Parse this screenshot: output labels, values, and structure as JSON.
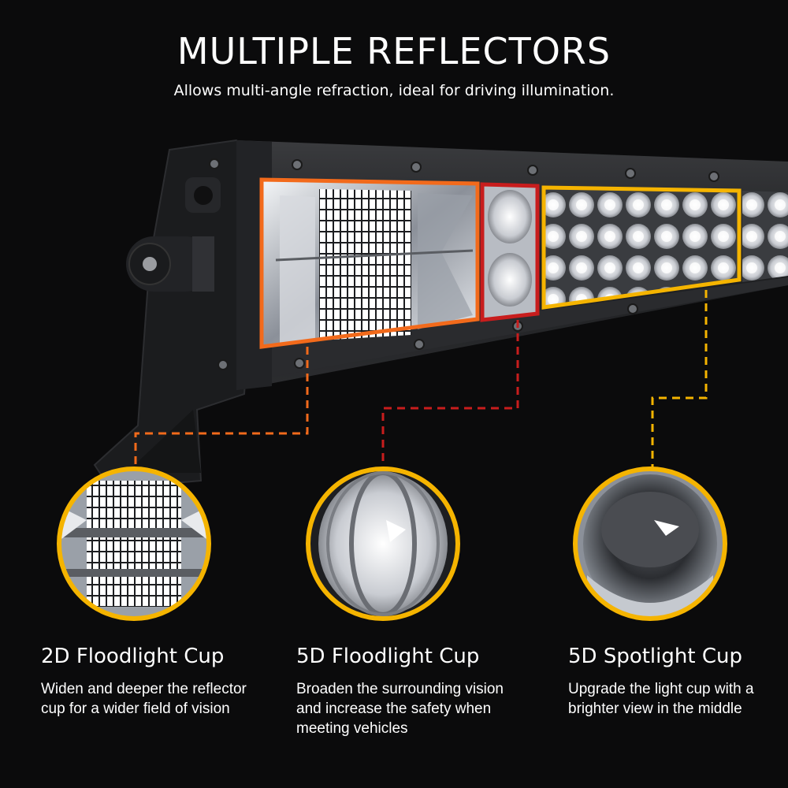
{
  "header": {
    "title": "MULTIPLE REFLECTORS",
    "subtitle": "Allows multi-angle refraction, ideal for driving illumination."
  },
  "colors": {
    "background": "#0b0b0c",
    "orange": "#f26a1b",
    "red": "#c81d1d",
    "yellow": "#f5b400",
    "text": "#ffffff"
  },
  "cups": [
    {
      "name": "2D Floodlight Cup",
      "description": "Widen and deeper the reflector cup for a wider field of vision",
      "frame_color": "#f26a1b"
    },
    {
      "name": "5D Floodlight Cup",
      "description": "Broaden the surrounding vision and increase the safety when meeting vehicles",
      "frame_color": "#c81d1d"
    },
    {
      "name": "5D Spotlight Cup",
      "description": "Upgrade the light cup with a brighter view in the middle",
      "frame_color": "#f5b400"
    }
  ]
}
